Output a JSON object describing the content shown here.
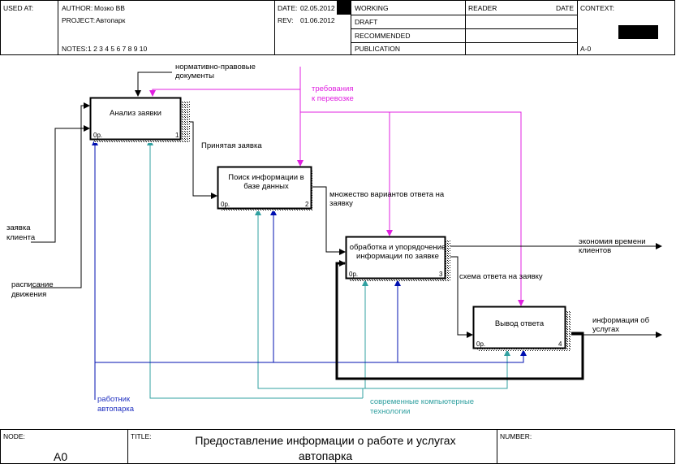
{
  "header": {
    "used_at_label": "USED AT:",
    "author_label": "AUTHOR:",
    "author_value": "Мозко ВВ",
    "project_label": "PROJECT:",
    "project_value": "Автопарк",
    "notes_label": "NOTES:",
    "notes_value": "1  2  3  4  5  6  7  8  9  10",
    "date_label": "DATE:",
    "date_value": "02.05.2012",
    "rev_label": "REV:",
    "rev_value": "01.06.2012",
    "status": [
      "WORKING",
      "DRAFT",
      "RECOMMENDED",
      "PUBLICATION"
    ],
    "reader_label": "READER",
    "reader_date_label": "DATE",
    "context_label": "CONTEXT:",
    "context_value": "A-0"
  },
  "boxes": [
    {
      "id": "b1",
      "label": [
        "Анализ заявки"
      ],
      "cost": "0р.",
      "number": "1"
    },
    {
      "id": "b2",
      "label": [
        "Поиск информации в",
        "базе данных"
      ],
      "cost": "0р.",
      "number": "2"
    },
    {
      "id": "b3",
      "label": [
        "обработка и упорядочение",
        "информации по заявке"
      ],
      "cost": "0р.",
      "number": "3"
    },
    {
      "id": "b4",
      "label": [
        "Вывод ответа"
      ],
      "cost": "0р.",
      "number": "4"
    }
  ],
  "arrow_labels": {
    "normative": [
      "нормативно-правовые",
      "документы"
    ],
    "requirements": [
      "требования",
      "к перевозке"
    ],
    "accepted": [
      "Принятая заявка"
    ],
    "variants": [
      "множество вариантов ответа на",
      "заявку"
    ],
    "client_request": [
      "заявка",
      "клиента"
    ],
    "schedule": [
      "расписание",
      "движения"
    ],
    "economy": [
      "экономия  времени",
      "клиентов"
    ],
    "scheme": [
      "схема ответа на заявку"
    ],
    "info_out": [
      "информация об",
      "услугах"
    ],
    "worker": [
      "работник",
      "автопарка"
    ],
    "tech": [
      "современные компьютерные",
      "технологии"
    ]
  },
  "footer": {
    "node_label": "NODE:",
    "node_value": "A0",
    "title_label": "TITLE:",
    "title_value": [
      "Предоставление информации о работе  и услугах",
      "автопарка"
    ],
    "number_label": "NUMBER:"
  },
  "colors": {
    "control_magenta": "#e020e0",
    "mechanism_blue": "#0010b0",
    "tech_teal": "#30a0a0",
    "worker_text": "#2030c0"
  }
}
